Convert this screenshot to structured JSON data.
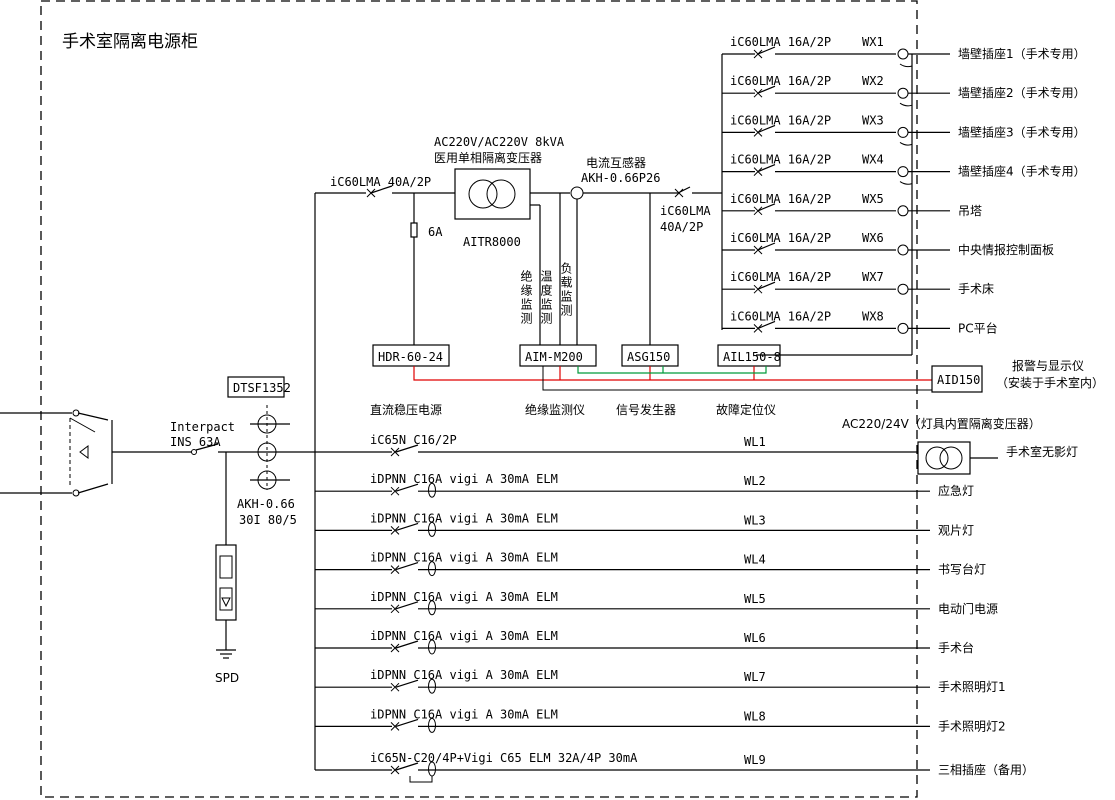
{
  "cabinet_title": "手术室隔离电源柜",
  "colors": {
    "line": "#000000",
    "signal_red": "#e00000",
    "signal_green": "#009a3a"
  },
  "main_switch": {
    "model": "Interpact",
    "rating": "INS 63A"
  },
  "spd": {
    "model": "DTSF1352",
    "label": "SPD"
  },
  "ct_main": {
    "model": "AKH-0.66",
    "ratio": "30I 80/5"
  },
  "transformer": {
    "spec": "AC220V/AC220V 8kVA",
    "name": "医用单相隔离变压器",
    "model": "AITR8000"
  },
  "breaker_in": {
    "label": "iC60LMA 40A/2P"
  },
  "fuse": {
    "label": "6A"
  },
  "ct_sensor": {
    "name": "电流互感器",
    "model": "AKH-0.66P26"
  },
  "breaker_out": {
    "line1": "iC60LMA",
    "line2": "40A/2P"
  },
  "monitor_labels": {
    "insulation": "绝缘监测",
    "temperature": "温度监测",
    "load": "负载监测"
  },
  "devices": [
    {
      "model": "HDR-60-24",
      "name": "直流稳压电源"
    },
    {
      "model": "AIM-M200",
      "name": "绝缘监测仪"
    },
    {
      "model": "ASG150",
      "name": "信号发生器"
    },
    {
      "model": "AIL150-8",
      "name": "故障定位仪"
    }
  ],
  "alarm": {
    "model": "AID150",
    "name": "报警与显示仪",
    "note": "（安装于手术室内）"
  },
  "wx_circuits": [
    {
      "breaker": "iC60LMA 16A/2P",
      "id": "WX1",
      "load": "墙壁插座1（手术专用）"
    },
    {
      "breaker": "iC60LMA 16A/2P",
      "id": "WX2",
      "load": "墙壁插座2（手术专用）"
    },
    {
      "breaker": "iC60LMA 16A/2P",
      "id": "WX3",
      "load": "墙壁插座3（手术专用）"
    },
    {
      "breaker": "iC60LMA 16A/2P",
      "id": "WX4",
      "load": "墙壁插座4（手术专用）"
    },
    {
      "breaker": "iC60LMA 16A/2P",
      "id": "WX5",
      "load": "吊塔"
    },
    {
      "breaker": "iC60LMA 16A/2P",
      "id": "WX6",
      "load": "中央情报控制面板"
    },
    {
      "breaker": "iC60LMA 16A/2P",
      "id": "WX7",
      "load": "手术床"
    },
    {
      "breaker": "iC60LMA 16A/2P",
      "id": "WX8",
      "load": "PC平台"
    }
  ],
  "lamp_transformer": {
    "label": "AC220/24V（灯具内置隔离变压器）"
  },
  "wl_circuits": [
    {
      "breaker": "iC65N C16/2P",
      "id": "WL1",
      "load": "手术室无影灯"
    },
    {
      "breaker": "iDPNN C16A vigi A 30mA ELM",
      "id": "WL2",
      "load": "应急灯"
    },
    {
      "breaker": "iDPNN C16A vigi A 30mA ELM",
      "id": "WL3",
      "load": "观片灯"
    },
    {
      "breaker": "iDPNN C16A vigi A 30mA ELM",
      "id": "WL4",
      "load": "书写台灯"
    },
    {
      "breaker": "iDPNN C16A vigi A 30mA ELM",
      "id": "WL5",
      "load": "电动门电源"
    },
    {
      "breaker": "iDPNN C16A vigi A 30mA ELM",
      "id": "WL6",
      "load": "手术台"
    },
    {
      "breaker": "iDPNN C16A vigi A 30mA ELM",
      "id": "WL7",
      "load": "手术照明灯1"
    },
    {
      "breaker": "iDPNN C16A vigi A 30mA ELM",
      "id": "WL8",
      "load": "手术照明灯2"
    },
    {
      "breaker": "iC65N-C20/4P+Vigi C65 ELM 32A/4P 30mA",
      "id": "WL9",
      "load": "三相插座（备用）"
    }
  ]
}
